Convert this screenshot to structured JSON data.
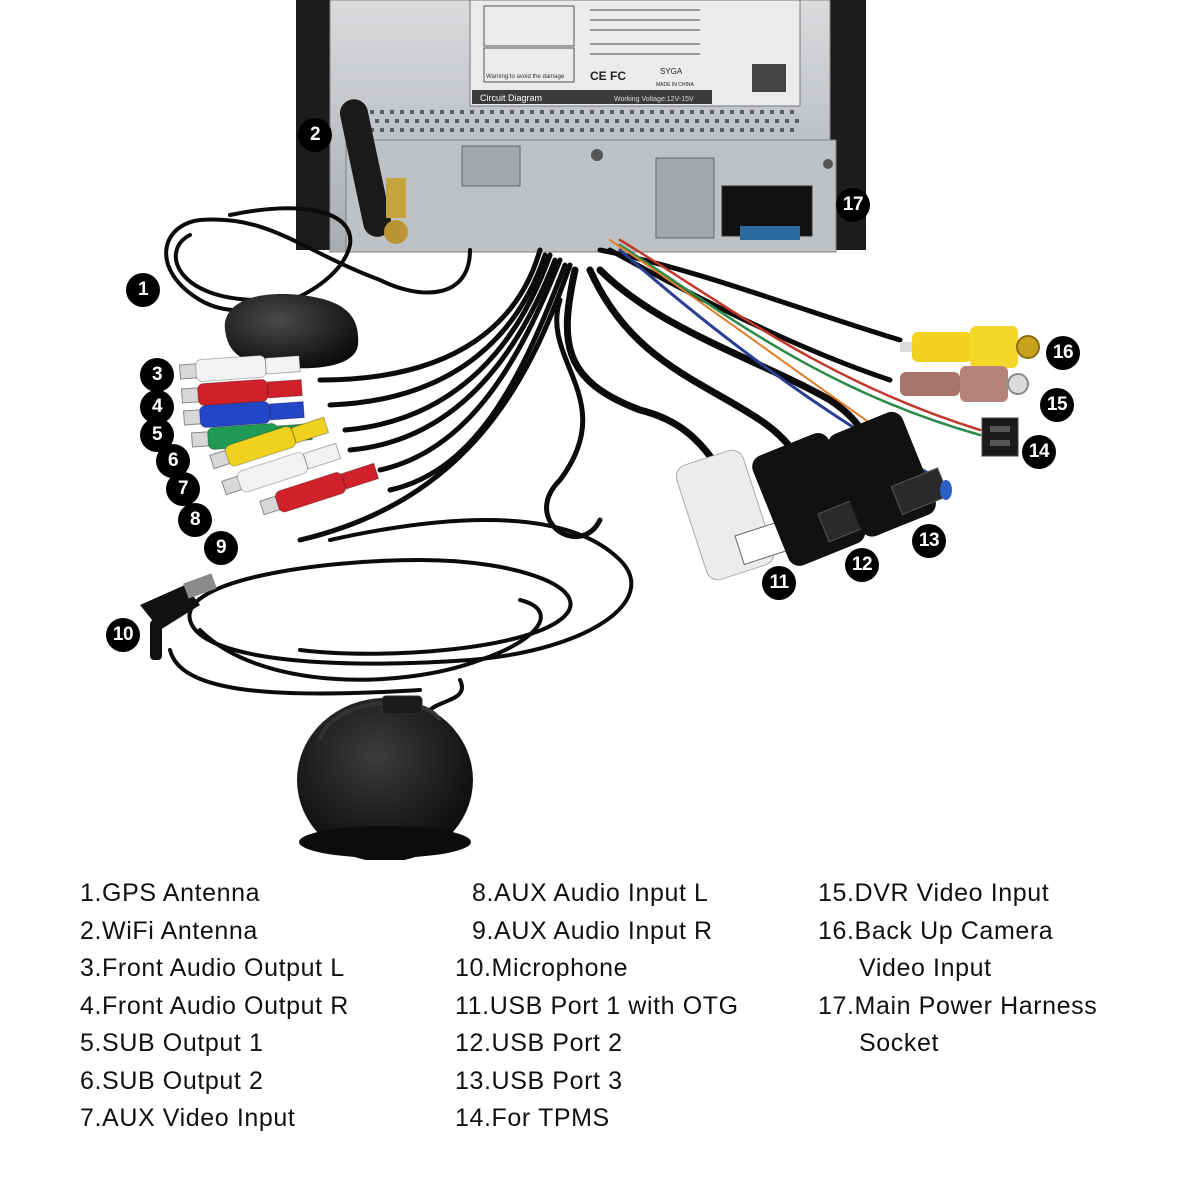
{
  "device": {
    "sticker_title": "Circuit Diagram",
    "sticker_voltage": "Working Voltage:12V-15V",
    "sticker_warning": "Warning:to avoid the damage",
    "sticker_brand": "SYGA",
    "sticker_certs": "CE FC",
    "sticker_origin": "MADE IN CHINA"
  },
  "callouts": [
    {
      "num": "1"
    },
    {
      "num": "2"
    },
    {
      "num": "3"
    },
    {
      "num": "4"
    },
    {
      "num": "5"
    },
    {
      "num": "6"
    },
    {
      "num": "7"
    },
    {
      "num": "8"
    },
    {
      "num": "9"
    },
    {
      "num": "10"
    },
    {
      "num": "11"
    },
    {
      "num": "12"
    },
    {
      "num": "13"
    },
    {
      "num": "14"
    },
    {
      "num": "15"
    },
    {
      "num": "16"
    },
    {
      "num": "17"
    }
  ],
  "legend": {
    "col1": [
      {
        "text": "1.GPS Antenna"
      },
      {
        "text": "2.WiFi Antenna"
      },
      {
        "text": "3.Front Audio Output L"
      },
      {
        "text": "4.Front Audio Output R"
      },
      {
        "text": "5.SUB Output 1"
      },
      {
        "text": "6.SUB Output 2"
      },
      {
        "text": "7.AUX Video Input"
      }
    ],
    "col2": [
      {
        "text": "8.AUX Audio Input L"
      },
      {
        "text": "9.AUX Audio Input R"
      },
      {
        "text": "10.Microphone"
      },
      {
        "text": "11.USB Port 1 with OTG"
      },
      {
        "text": "12.USB Port 2"
      },
      {
        "text": "13.USB Port 3"
      },
      {
        "text": "14.For TPMS"
      }
    ],
    "col3": [
      {
        "text": "15.DVR Video Input"
      },
      {
        "text": "16.Back Up Camera",
        "cont": "Video Input"
      },
      {
        "text": "17.Main Power Harness",
        "cont": "Socket"
      }
    ]
  },
  "colors": {
    "rca_white": "#f2f2f2",
    "rca_red": "#d0202a",
    "rca_blue": "#2346c8",
    "rca_green": "#1f9a55",
    "rca_yellow": "#f0d21e",
    "rca_brown": "#a8746a",
    "usb_white": "#eeeeee",
    "usb_black": "#151515"
  }
}
